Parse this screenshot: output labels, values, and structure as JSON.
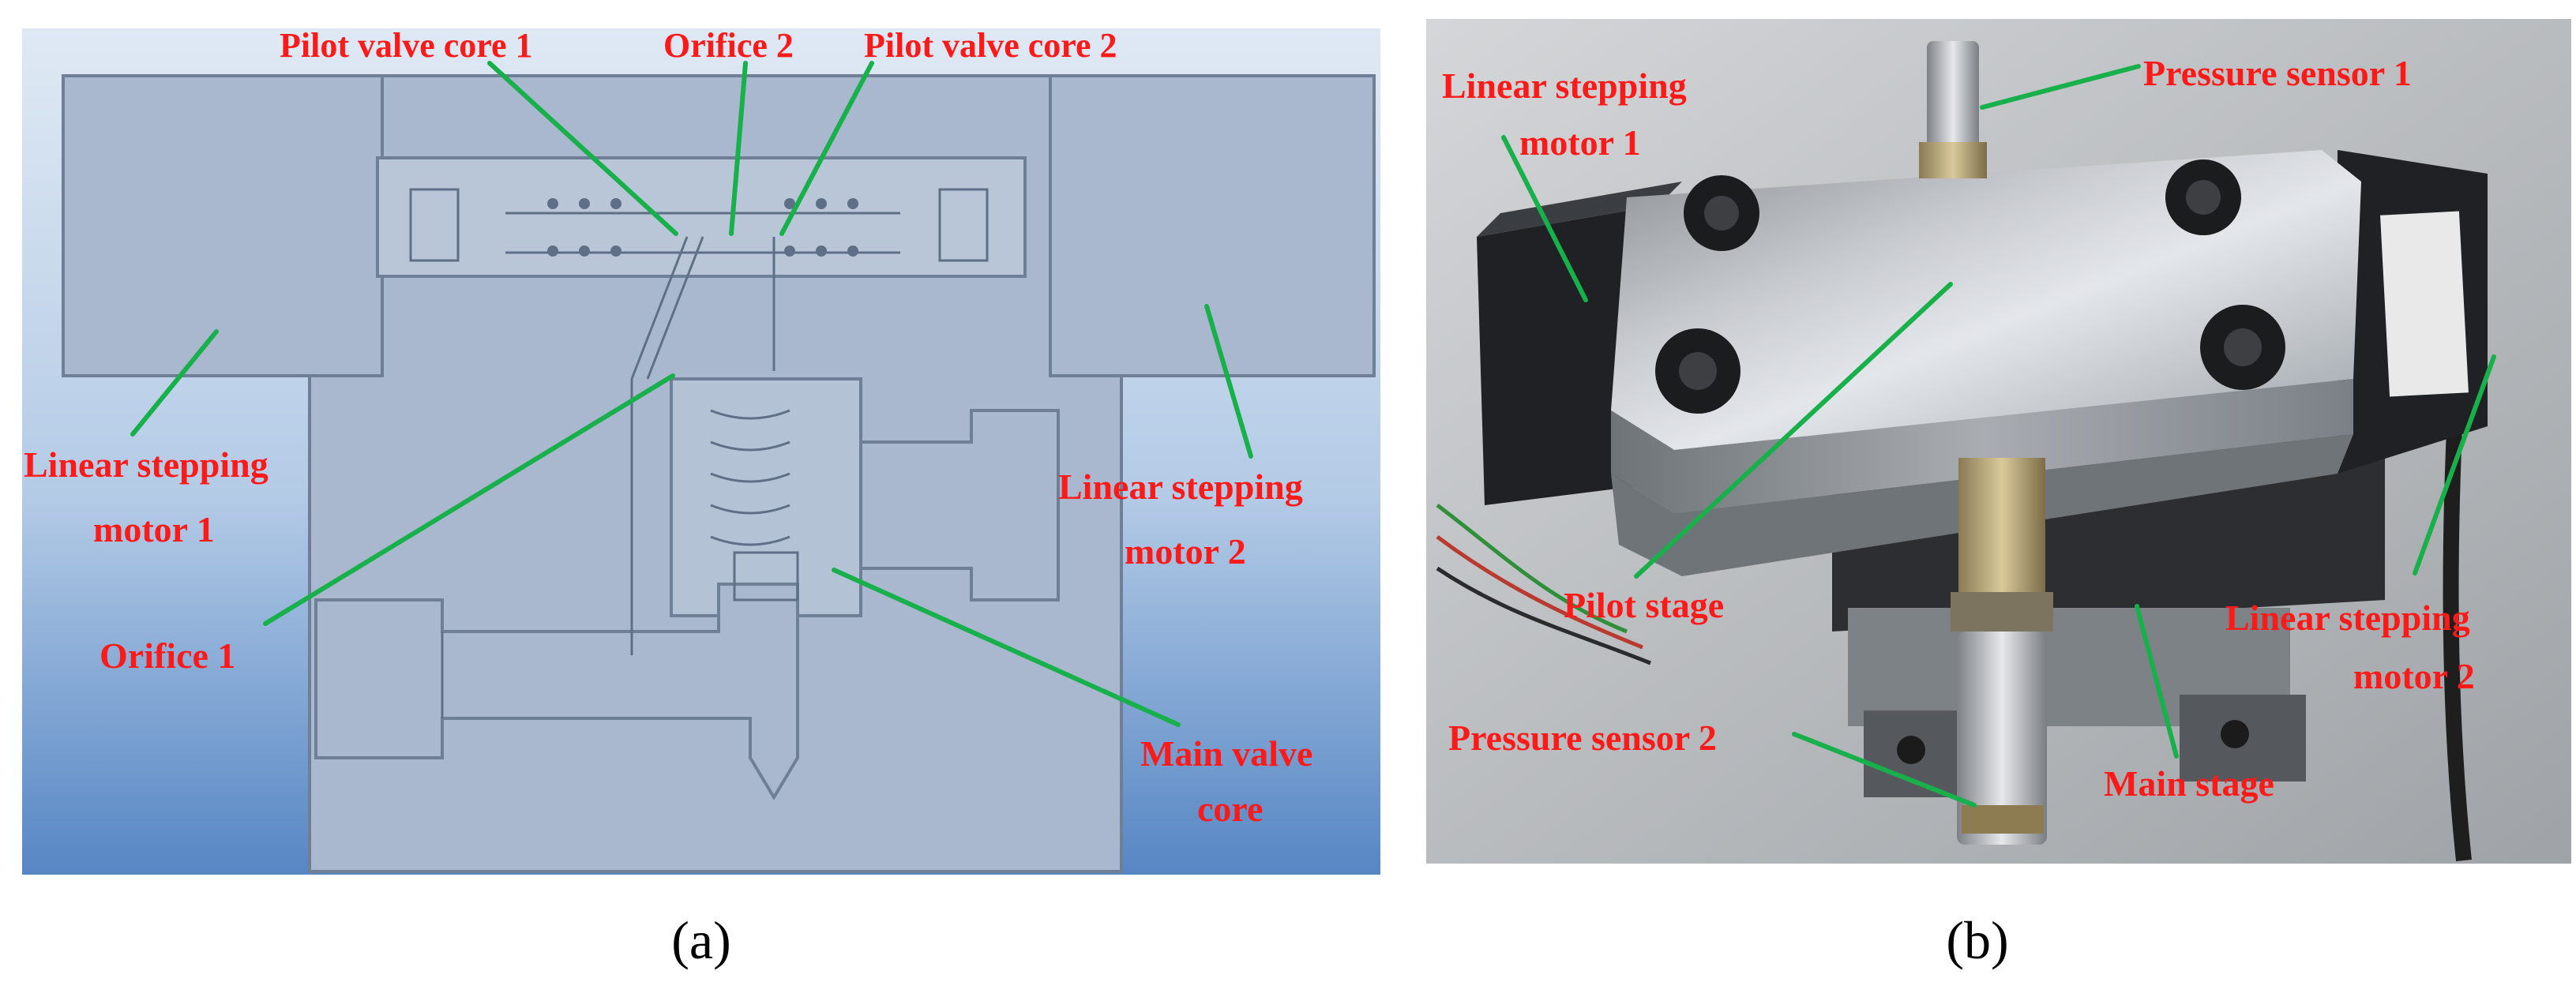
{
  "panel_a": {
    "caption": "(a)",
    "labels": {
      "pilot_valve_core_1": "Pilot valve core 1",
      "orifice_2": "Orifice 2",
      "pilot_valve_core_2": "Pilot valve core 2",
      "linear_stepping_motor_1_line1": "Linear stepping",
      "linear_stepping_motor_1_line2": "motor 1",
      "linear_stepping_motor_2_line1": "Linear stepping",
      "linear_stepping_motor_2_line2": "motor 2",
      "orifice_1": "Orifice 1",
      "main_valve_core_line1": "Main valve",
      "main_valve_core_line2": "core"
    }
  },
  "panel_b": {
    "caption": "(b)",
    "labels": {
      "linear_stepping_motor_1_line1": "Linear stepping",
      "linear_stepping_motor_1_line2": "motor 1",
      "pressure_sensor_1": "Pressure sensor 1",
      "pilot_stage": "Pilot stage",
      "linear_stepping_motor_2_line1": "Linear stepping",
      "linear_stepping_motor_2_line2": "motor 2",
      "pressure_sensor_2": "Pressure sensor 2",
      "main_stage": "Main stage"
    }
  },
  "colors": {
    "label_text": "#ff1a1a",
    "leader_line": "#18b04a",
    "cad_body": "#a9b8cf",
    "cad_background_top": "#dbe7f3",
    "cad_background_bottom": "#5a8cc8"
  }
}
